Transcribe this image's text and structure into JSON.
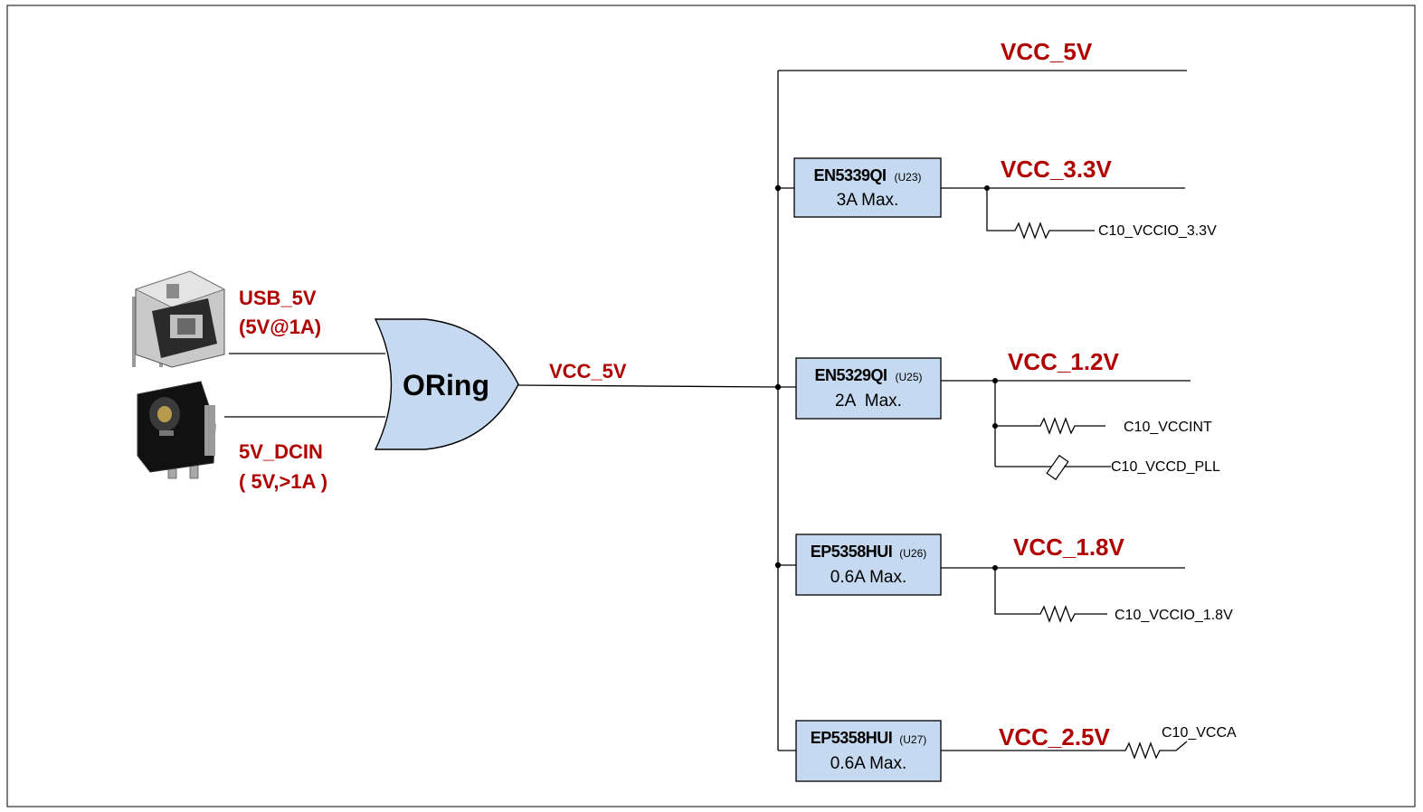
{
  "inputs": {
    "usb": {
      "net": "USB_5V",
      "rating": "(5V@1A)"
    },
    "dc": {
      "net": "5V_DCIN",
      "rating": "( 5V,>1A )"
    }
  },
  "oring": {
    "label": "ORing",
    "output_net": "VCC_5V"
  },
  "rails": {
    "top_net": "VCC_5V",
    "chips": [
      {
        "name": "EN5339QI",
        "ref": "(U23)",
        "max": "3A Max.",
        "net": "VCC_3.3V",
        "loads": [
          "C10_VCCIO_3.3V"
        ]
      },
      {
        "name": "EN5329QI",
        "ref": "(U25)",
        "max": "2A  Max.",
        "net": "VCC_1.2V",
        "loads": [
          "C10_VCCINT",
          "C10_VCCD_PLL"
        ]
      },
      {
        "name": "EP5358HUI",
        "ref": "(U26)",
        "max": "0.6A Max.",
        "net": "VCC_1.8V",
        "loads": [
          "C10_VCCIO_1.8V"
        ]
      },
      {
        "name": "EP5358HUI",
        "ref": "(U27)",
        "max": "0.6A Max.",
        "net": "VCC_2.5V",
        "loads": [
          "C10_VCCA"
        ]
      }
    ]
  },
  "colors": {
    "net_label": "#b00000",
    "chip_fill": "#c5d9f1"
  }
}
